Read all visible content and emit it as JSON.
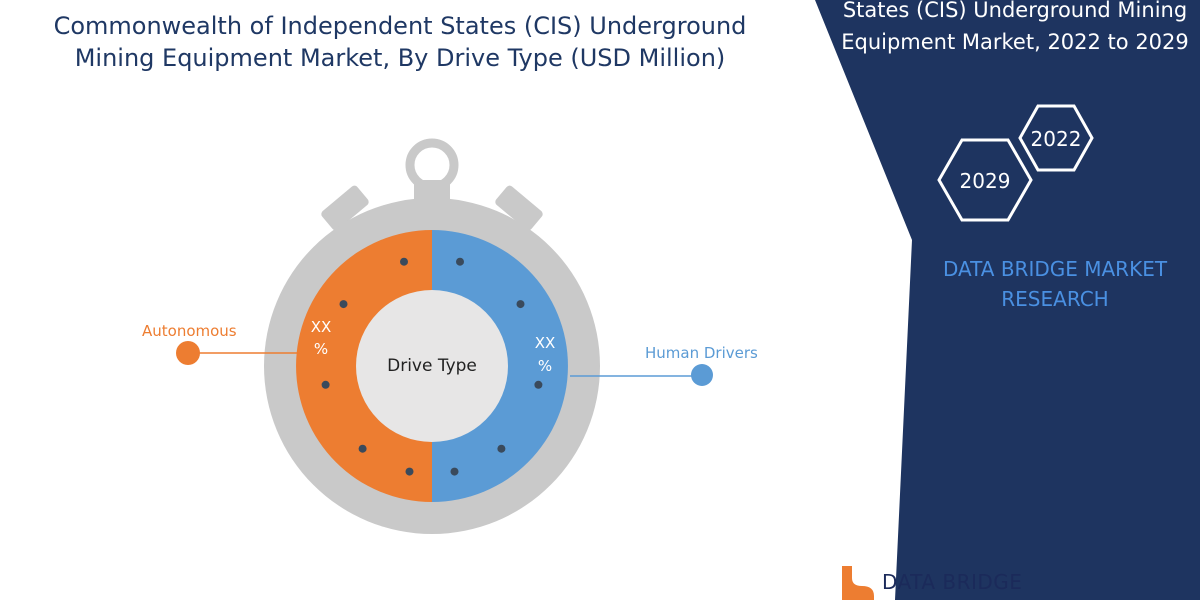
{
  "title": {
    "line1": "Commonwealth of Independent States (CIS) Underground",
    "line2": "Mining Equipment Market, By Drive Type (USD Million)"
  },
  "side_title": {
    "line1": "States (CIS) Underground Mining",
    "line2": "Equipment Market, 2022 to 2029"
  },
  "hexagons": {
    "year_start": "2022",
    "year_end": "2029"
  },
  "brand": {
    "line1": "DATA BRIDGE MARKET",
    "line2": "RESEARCH",
    "logo_text": "DATA BRIDGE"
  },
  "colors": {
    "navy": "#1e3460",
    "orange": "#ed7d31",
    "blue": "#5b9bd5",
    "gray": "#bfbfbf",
    "inner": "#e7e6e6"
  },
  "chart_data": {
    "type": "pie",
    "title": "Commonwealth of Independent States (CIS) Underground Mining Equipment Market, By Drive Type (USD Million)",
    "center_label": "Drive Type",
    "slices": [
      {
        "name": "Autonomous",
        "value_label": "XX %",
        "share": 0.5,
        "color": "#ed7d31"
      },
      {
        "name": "Human Drivers",
        "value_label": "XX %",
        "share": 0.5,
        "color": "#5b9bd5"
      }
    ]
  }
}
